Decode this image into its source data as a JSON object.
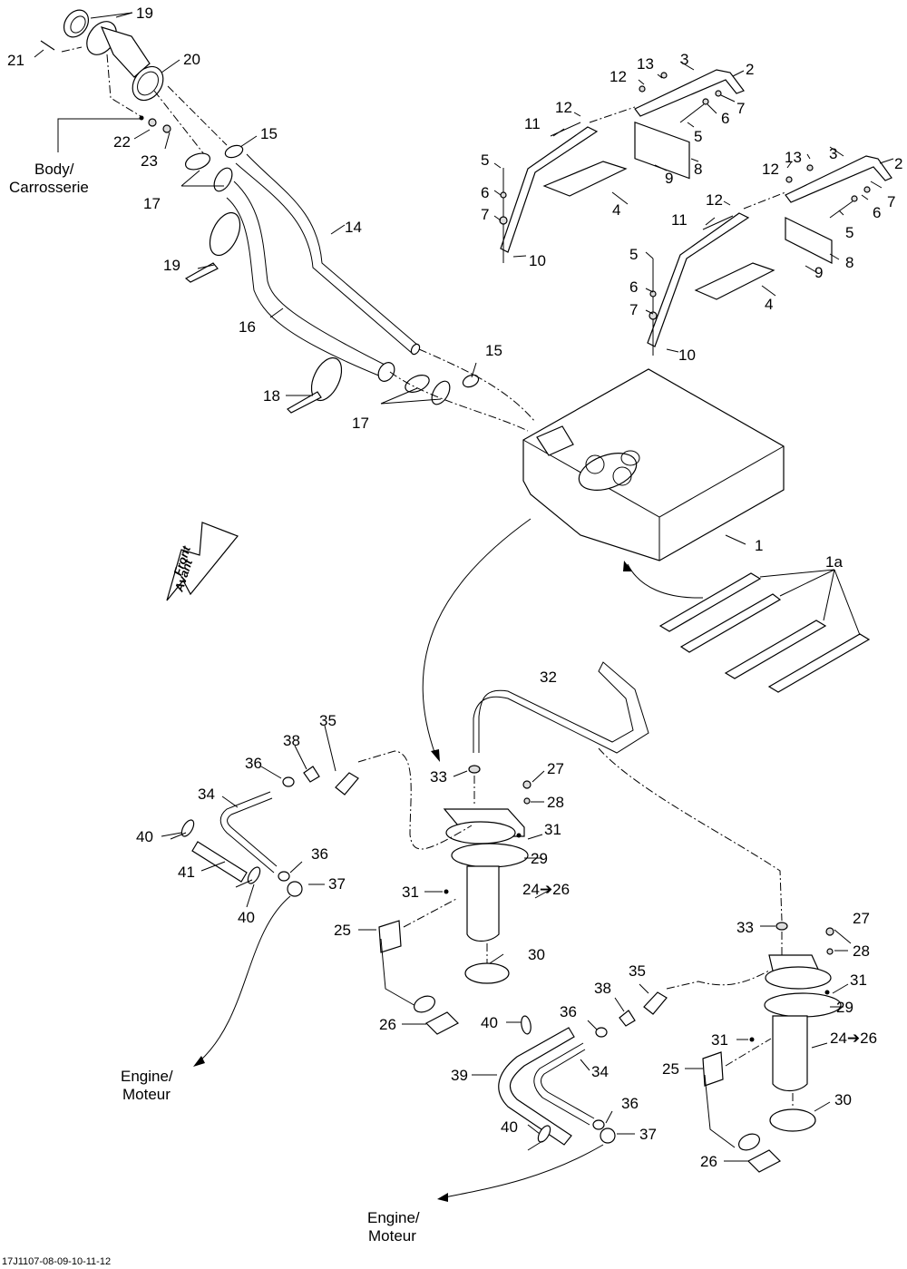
{
  "diagram": {
    "title": "Fuel system exploded parts diagram",
    "drawing_code": "17J1107-08-09-10-11-12",
    "direction_arrow": {
      "line1": "Front",
      "line2": "Avant"
    },
    "notes": {
      "body": {
        "line1": "Body/",
        "line2": "Carrosserie"
      },
      "engine_left": {
        "line1": "Engine/",
        "line2": "Moteur"
      },
      "engine_right": {
        "line1": "Engine/",
        "line2": "Moteur"
      }
    },
    "callouts": {
      "c19a": "19",
      "c21": "21",
      "c20": "20",
      "c22": "22",
      "c23": "23",
      "c15a": "15",
      "c17a": "17",
      "c19b": "19",
      "c14": "14",
      "c16": "16",
      "c18": "18",
      "c15b": "15",
      "c17b": "17",
      "u13": "13",
      "u3": "3",
      "u2": "2",
      "u12a": "12",
      "u12b": "12",
      "u11": "11",
      "u7a": "7",
      "u6a": "6",
      "u5a": "5",
      "u5b": "5",
      "u6b": "6",
      "u7b": "7",
      "u4": "4",
      "u8": "8",
      "u9": "9",
      "u10": "10",
      "l13": "13",
      "l3": "3",
      "l2": "2",
      "l12a": "12",
      "l12b": "12",
      "l11": "11",
      "l7a": "7",
      "l6a": "6",
      "l5a": "5",
      "l5b": "5",
      "l6b": "6",
      "l7b": "7",
      "l4": "4",
      "l8": "8",
      "l9": "9",
      "l10": "10",
      "t1": "1",
      "t1a": "1a",
      "p32": "32",
      "a35": "35",
      "a38": "38",
      "a36a": "36",
      "a34": "34",
      "a40a": "40",
      "a41": "41",
      "a36b": "36",
      "a37": "37",
      "a40b": "40",
      "a33": "33",
      "a27": "27",
      "a28": "28",
      "a31a": "31",
      "a29": "29",
      "a31b": "31",
      "a24": "24➔26",
      "a25": "25",
      "a30": "30",
      "a26": "26",
      "b33": "33",
      "b27": "27",
      "b28": "28",
      "b31a": "31",
      "b29": "29",
      "b31b": "31",
      "b24": "24➔26",
      "b25": "25",
      "b30": "30",
      "b26": "26",
      "b35": "35",
      "b38": "38",
      "b36a": "36",
      "b40a": "40",
      "b34": "34",
      "b39": "39",
      "b36b": "36",
      "b37": "37",
      "b40b": "40"
    }
  }
}
